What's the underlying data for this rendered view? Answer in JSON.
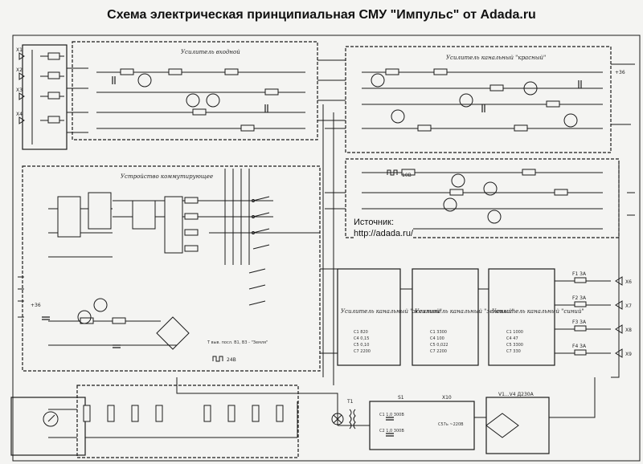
{
  "title": "Схема электрическая принципиальная СМУ \"Импульс\" от Adada.ru",
  "source": {
    "line1": "Источник:",
    "line2": "http://adada.ru/"
  },
  "blocks": {
    "input_amp": "Усилитель входной",
    "red_channel": "Усилитель канальный \"красный\"",
    "switching": "Устройство коммутирующее",
    "yellow_channel": "Усилитель канальный \"желтый\"",
    "green_channel": "Усилитель канальный \"зеленый\"",
    "blue_channel": "Усилитель канальный \"синий\""
  },
  "labels": {
    "input_jacks": [
      "X1",
      "X2",
      "X3",
      "X4"
    ],
    "fuses": [
      "F1 3A",
      "F2 3A",
      "F3 3A",
      "F4 3A"
    ],
    "lamp_outputs": [
      "X6",
      "X7",
      "X8",
      "X9"
    ],
    "diode_bridge": "V1...V4 Д230А",
    "switch_s1": "S1",
    "transformer": "T1",
    "pulse_label": "10В",
    "pulse_label_2": "24В",
    "plus_36": "+36",
    "plus_36b": "+36",
    "x10": "X10",
    "c_ratings": [
      "С1 1,0 300В",
      "С2 1,0 300В"
    ],
    "c_big": "С57ь ~220В",
    "switch_note": "Т выв. посл. В1, В3 - \"Земля\""
  },
  "yellow_caps": [
    "С1 820",
    "С4 0,15",
    "С5 0,10",
    "С7 2200"
  ],
  "green_caps": [
    "С1 3300",
    "С4 100",
    "С5 0,022",
    "С7 2200"
  ],
  "blue_caps": [
    "С1 1000",
    "С4 47",
    "С5 3300",
    "С7 330"
  ]
}
